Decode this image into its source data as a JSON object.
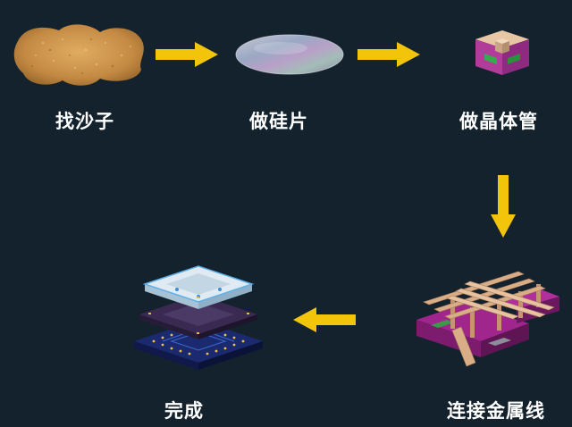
{
  "steps": [
    {
      "id": "sand",
      "label": "找沙子",
      "icon": "sand-pile-icon"
    },
    {
      "id": "wafer",
      "label": "做硅片",
      "icon": "silicon-wafer-icon"
    },
    {
      "id": "transistor",
      "label": "做晶体管",
      "icon": "transistor-cube-icon"
    },
    {
      "id": "interconnect",
      "label": "连接金属线",
      "icon": "metal-interconnect-icon"
    },
    {
      "id": "done",
      "label": "完成",
      "icon": "cpu-chip-stack-icon"
    }
  ],
  "colors": {
    "background": "#13222c",
    "arrow": "#f2c40a",
    "label": "#ffffff",
    "sand": "#c8914a",
    "magenta": "#a0258c",
    "copper": "#d9ad86"
  }
}
